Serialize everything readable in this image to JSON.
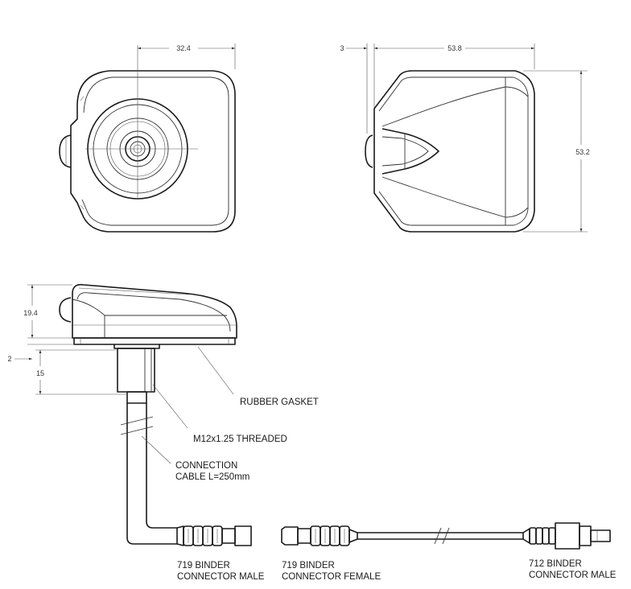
{
  "dimensions": {
    "top_width": "32.4",
    "side_offset": "3",
    "side_width": "53.8",
    "side_height": "53.2",
    "front_height": "19.4",
    "gasket_thickness": "2",
    "thread_length": "15"
  },
  "labels": {
    "rubber_gasket": "RUBBER GASKET",
    "thread": "M12x1.25 THREADED",
    "cable_line1": "CONNECTION",
    "cable_line2": "CABLE L=250mm",
    "conn_a_line1": "719 BINDER",
    "conn_a_line2": "CONNECTOR MALE",
    "conn_b_line1": "719 BINDER",
    "conn_b_line2": "CONNECTOR FEMALE",
    "conn_c_line1": "712 BINDER",
    "conn_c_line2": "CONNECTOR MALE"
  }
}
